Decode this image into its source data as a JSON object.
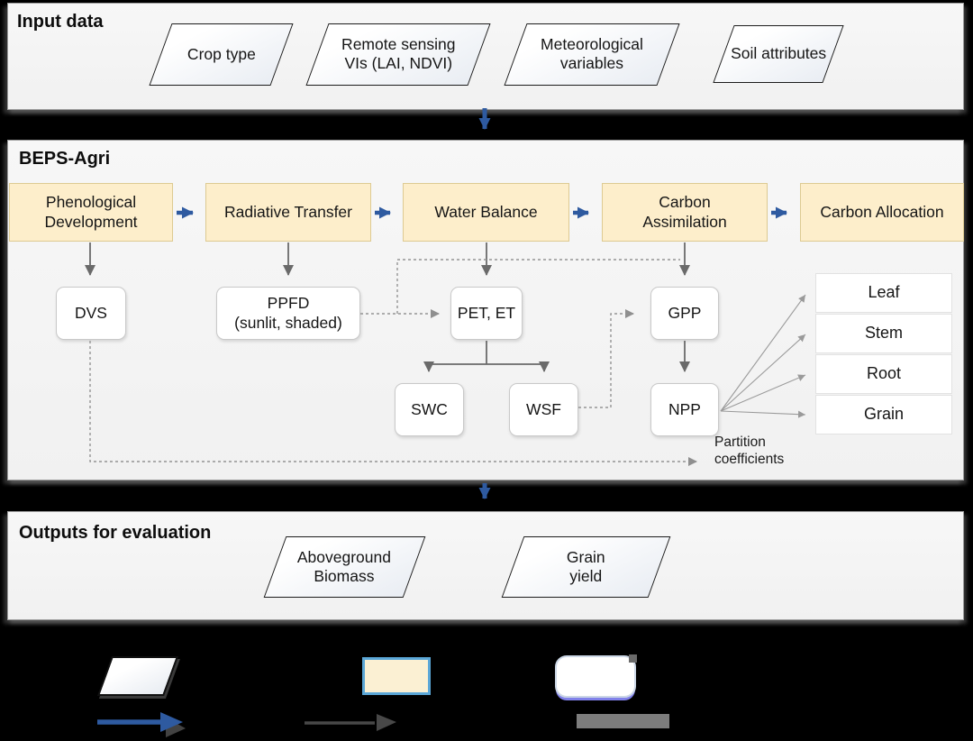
{
  "colors": {
    "accent_blue": "#2e5aa0",
    "process_fill": "#fdeecb",
    "panel_bg": "#f4f4f4",
    "connector_gray": "#6a6a6a",
    "legend_select_blue": "#5ba7d7"
  },
  "input_panel": {
    "title": "Input data",
    "items": [
      {
        "label": "Crop type"
      },
      {
        "label": "Remote sensing\nVIs (LAI, NDVI)"
      },
      {
        "label": "Meteorological\nvariables"
      },
      {
        "label": "Soil attributes"
      }
    ]
  },
  "model_panel": {
    "title": "BEPS-Agri",
    "processes": [
      {
        "label": "Phenological\nDevelopment"
      },
      {
        "label": "Radiative Transfer"
      },
      {
        "label": "Water Balance"
      },
      {
        "label": "Carbon\nAssimilation"
      },
      {
        "label": "Carbon Allocation"
      }
    ],
    "variables": {
      "dvs": "DVS",
      "ppfd": "PPFD\n(sunlit, shaded)",
      "pet": "PET, ET",
      "gpp": "GPP",
      "swc": "SWC",
      "wsf": "WSF",
      "npp": "NPP"
    },
    "pools": [
      {
        "label": "Leaf"
      },
      {
        "label": "Stem"
      },
      {
        "label": "Root"
      },
      {
        "label": "Grain"
      }
    ],
    "partition_label": "Partition\ncoefficients"
  },
  "outputs_panel": {
    "title": "Outputs for evaluation",
    "items": [
      {
        "label": "Aboveground\nBiomass"
      },
      {
        "label": "Grain\nyield"
      }
    ]
  }
}
